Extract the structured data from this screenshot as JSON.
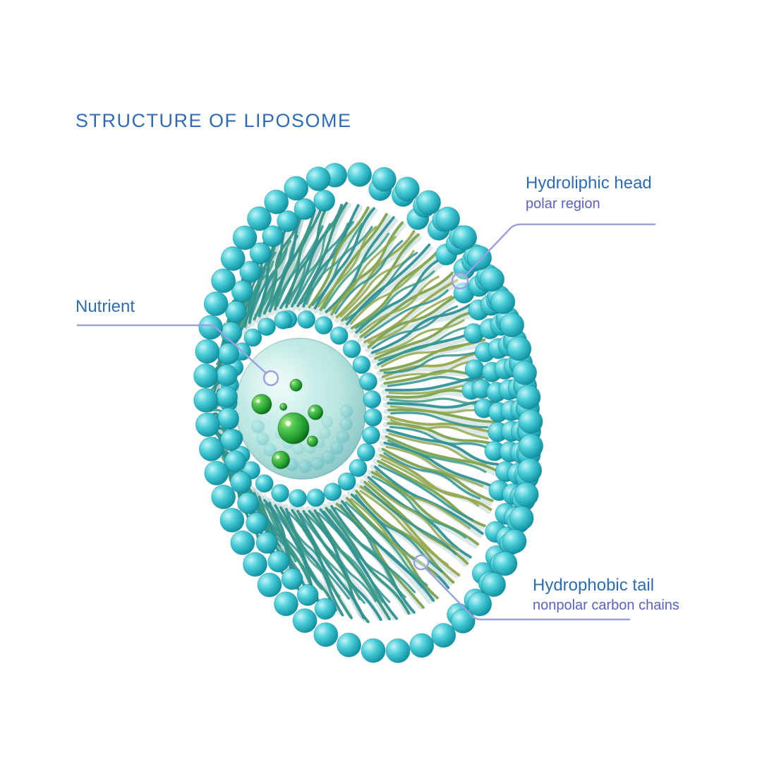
{
  "title": "STRUCTURE OF LIPOSOME",
  "labels": {
    "head": {
      "main": "Hydroliphic head",
      "sub": "polar region"
    },
    "nutrient": {
      "main": "Nutrient"
    },
    "tail": {
      "main": "Hydrophobic tail",
      "sub": "nonpolar carbon chains"
    }
  },
  "colors": {
    "background": "#ffffff",
    "title_text": "#2d6cb4",
    "label_text": "#2d6cb4",
    "sublabel_text": "#5a61c2",
    "leader_line": "#9aa2de",
    "bead_light": "#4fd0da",
    "bead_dark": "#0a7f8f",
    "tail_teal": "#2f9096",
    "tail_olive": "#7ca24d",
    "core_fill": "#79cfc4",
    "nutrient_green": "#1f9b2c"
  }
}
